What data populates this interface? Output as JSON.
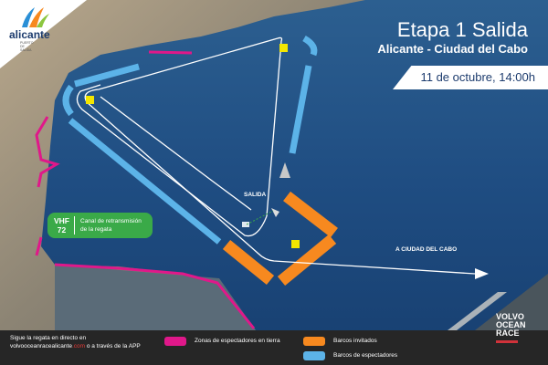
{
  "header": {
    "title": "Etapa 1 Salida",
    "subtitle": "Alicante - Ciudad del Cabo",
    "date": "11 de octubre, 14:00h"
  },
  "logo": {
    "name": "alicante",
    "tagline": "PUERTO DE SALIDA"
  },
  "vhf": {
    "code_line1": "VHF",
    "code_line2": "72",
    "desc_line1": "Canal de retransmisión",
    "desc_line2": "de la regata"
  },
  "map_labels": {
    "start": "SALIDA",
    "destination": "A CIUDAD DEL CABO"
  },
  "footer": {
    "follow_line1": "Sigue la regata en directo en",
    "follow_site": "volvooceanracealicante",
    "follow_tld": ".com",
    "follow_suffix": " o a través de la APP",
    "legend": [
      {
        "label": "Zonas de espectadores en tierra",
        "color": "#e0188a"
      },
      {
        "label": "Barcos invitados",
        "color": "#f7891f"
      },
      {
        "label": "Barcos de espectadores",
        "color": "#5cb3e8"
      }
    ]
  },
  "brand": {
    "line1": "VOLVO",
    "line2": "OCEAN",
    "line3": "RACE"
  }
}
